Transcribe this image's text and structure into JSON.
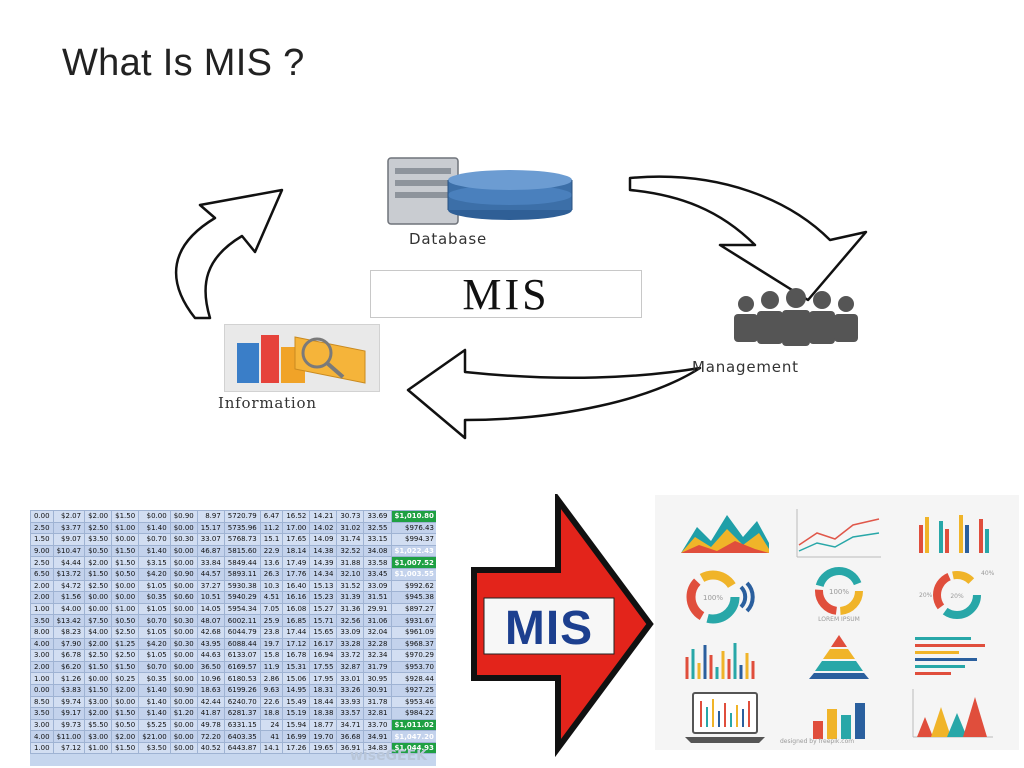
{
  "slide": {
    "title": "What Is MIS ?"
  },
  "cycle": {
    "center_label": "MIS",
    "database_label": "Database",
    "management_label": "Management",
    "information_label": "Information"
  },
  "conversion": {
    "arrow_label": "MIS",
    "arrow_color": "#e3241b",
    "spreadsheet_watermark": "wiseGEEK",
    "dashboard_credit": "designed by freepik.com",
    "dashboard_inner_labels": [
      "100%",
      "100%",
      "LOREM IPSUM",
      "20%",
      "20%",
      "40%"
    ]
  },
  "spreadsheet": {
    "rows": [
      [
        "0.00",
        "$2.07",
        "$2.00",
        "$1.50",
        "$0.00",
        "$0.90",
        "8.97",
        "5720.79",
        "6.47",
        "16.52",
        "14.21",
        "30.73",
        "33.69",
        "$1,010.80"
      ],
      [
        "2.50",
        "$3.77",
        "$2.50",
        "$1.00",
        "$1.40",
        "$0.00",
        "15.17",
        "5735.96",
        "11.2",
        "17.00",
        "14.02",
        "31.02",
        "32.55",
        "$976.43"
      ],
      [
        "1.50",
        "$9.07",
        "$3.50",
        "$0.00",
        "$0.70",
        "$0.30",
        "33.07",
        "5768.73",
        "15.1",
        "17.65",
        "14.09",
        "31.74",
        "33.15",
        "$994.37"
      ],
      [
        "9.00",
        "$10.47",
        "$0.50",
        "$1.50",
        "$1.40",
        "$0.00",
        "46.87",
        "5815.60",
        "22.9",
        "18.14",
        "14.38",
        "32.52",
        "34.08",
        "$1,022.43"
      ],
      [
        "2.50",
        "$4.44",
        "$2.00",
        "$1.50",
        "$3.15",
        "$0.00",
        "33.84",
        "5849.44",
        "13.6",
        "17.49",
        "14.39",
        "31.88",
        "33.58",
        "$1,007.52"
      ],
      [
        "6.50",
        "$13.72",
        "$1.50",
        "$0.50",
        "$4.20",
        "$0.90",
        "44.57",
        "5893.11",
        "26.3",
        "17.76",
        "14.34",
        "32.10",
        "33.45",
        "$1,003.55"
      ],
      [
        "2.00",
        "$4.72",
        "$2.50",
        "$0.00",
        "$1.05",
        "$0.00",
        "37.27",
        "5930.38",
        "10.3",
        "16.40",
        "15.13",
        "31.52",
        "33.09",
        "$992.62"
      ],
      [
        "2.00",
        "$1.56",
        "$0.00",
        "$0.00",
        "$0.35",
        "$0.60",
        "10.51",
        "5940.29",
        "4.51",
        "16.16",
        "15.23",
        "31.39",
        "31.51",
        "$945.38"
      ],
      [
        "1.00",
        "$4.00",
        "$0.00",
        "$1.00",
        "$1.05",
        "$0.00",
        "14.05",
        "5954.34",
        "7.05",
        "16.08",
        "15.27",
        "31.36",
        "29.91",
        "$897.27"
      ],
      [
        "3.50",
        "$13.42",
        "$7.50",
        "$0.50",
        "$0.70",
        "$0.30",
        "48.07",
        "6002.11",
        "25.9",
        "16.85",
        "15.71",
        "32.56",
        "31.06",
        "$931.67"
      ],
      [
        "8.00",
        "$8.23",
        "$4.00",
        "$2.50",
        "$1.05",
        "$0.00",
        "42.68",
        "6044.79",
        "23.8",
        "17.44",
        "15.65",
        "33.09",
        "32.04",
        "$961.09"
      ],
      [
        "4.00",
        "$7.90",
        "$2.00",
        "$1.25",
        "$4.20",
        "$0.30",
        "43.95",
        "6088.44",
        "19.7",
        "17.12",
        "16.17",
        "33.28",
        "32.28",
        "$968.37"
      ],
      [
        "3.00",
        "$6.78",
        "$2.50",
        "$2.50",
        "$1.05",
        "$0.00",
        "44.63",
        "6133.07",
        "15.8",
        "16.78",
        "16.94",
        "33.72",
        "32.34",
        "$970.29"
      ],
      [
        "2.00",
        "$6.20",
        "$1.50",
        "$1.50",
        "$0.70",
        "$0.00",
        "36.50",
        "6169.57",
        "11.9",
        "15.31",
        "17.55",
        "32.87",
        "31.79",
        "$953.70"
      ],
      [
        "1.00",
        "$1.26",
        "$0.00",
        "$0.25",
        "$0.35",
        "$0.00",
        "10.96",
        "6180.53",
        "2.86",
        "15.06",
        "17.95",
        "33.01",
        "30.95",
        "$928.44"
      ],
      [
        "0.00",
        "$3.83",
        "$1.50",
        "$2.00",
        "$1.40",
        "$0.90",
        "18.63",
        "6199.26",
        "9.63",
        "14.95",
        "18.31",
        "33.26",
        "30.91",
        "$927.25"
      ],
      [
        "8.50",
        "$9.74",
        "$3.00",
        "$0.00",
        "$1.40",
        "$0.00",
        "42.44",
        "6240.70",
        "22.6",
        "15.49",
        "18.44",
        "33.93",
        "31.78",
        "$953.46"
      ],
      [
        "3.50",
        "$9.17",
        "$2.00",
        "$1.50",
        "$1.40",
        "$1.20",
        "41.87",
        "6281.37",
        "18.8",
        "15.19",
        "18.38",
        "33.57",
        "32.81",
        "$984.22"
      ],
      [
        "3.00",
        "$9.73",
        "$5.50",
        "$0.50",
        "$5.25",
        "$0.00",
        "49.78",
        "6331.15",
        "24",
        "15.94",
        "18.77",
        "34.71",
        "33.70",
        "$1,011.02"
      ],
      [
        "4.00",
        "$11.00",
        "$3.00",
        "$2.00",
        "$21.00",
        "$0.00",
        "72.20",
        "6403.35",
        "41",
        "16.99",
        "19.70",
        "36.68",
        "34.91",
        "$1,047.20"
      ],
      [
        "1.00",
        "$7.12",
        "$1.00",
        "$1.50",
        "$3.50",
        "$0.00",
        "40.52",
        "6443.87",
        "14.1",
        "17.26",
        "19.65",
        "36.91",
        "34.83",
        "$1,044.93"
      ]
    ],
    "highlight_column": 13,
    "highlight_rows": [
      0,
      3,
      4,
      5,
      18,
      19,
      20
    ]
  },
  "colors": {
    "database_blue": "#3c6fa8",
    "server_gray": "#9aa0a8",
    "people_gray": "#555555",
    "highlight_green": "#1fa043"
  }
}
